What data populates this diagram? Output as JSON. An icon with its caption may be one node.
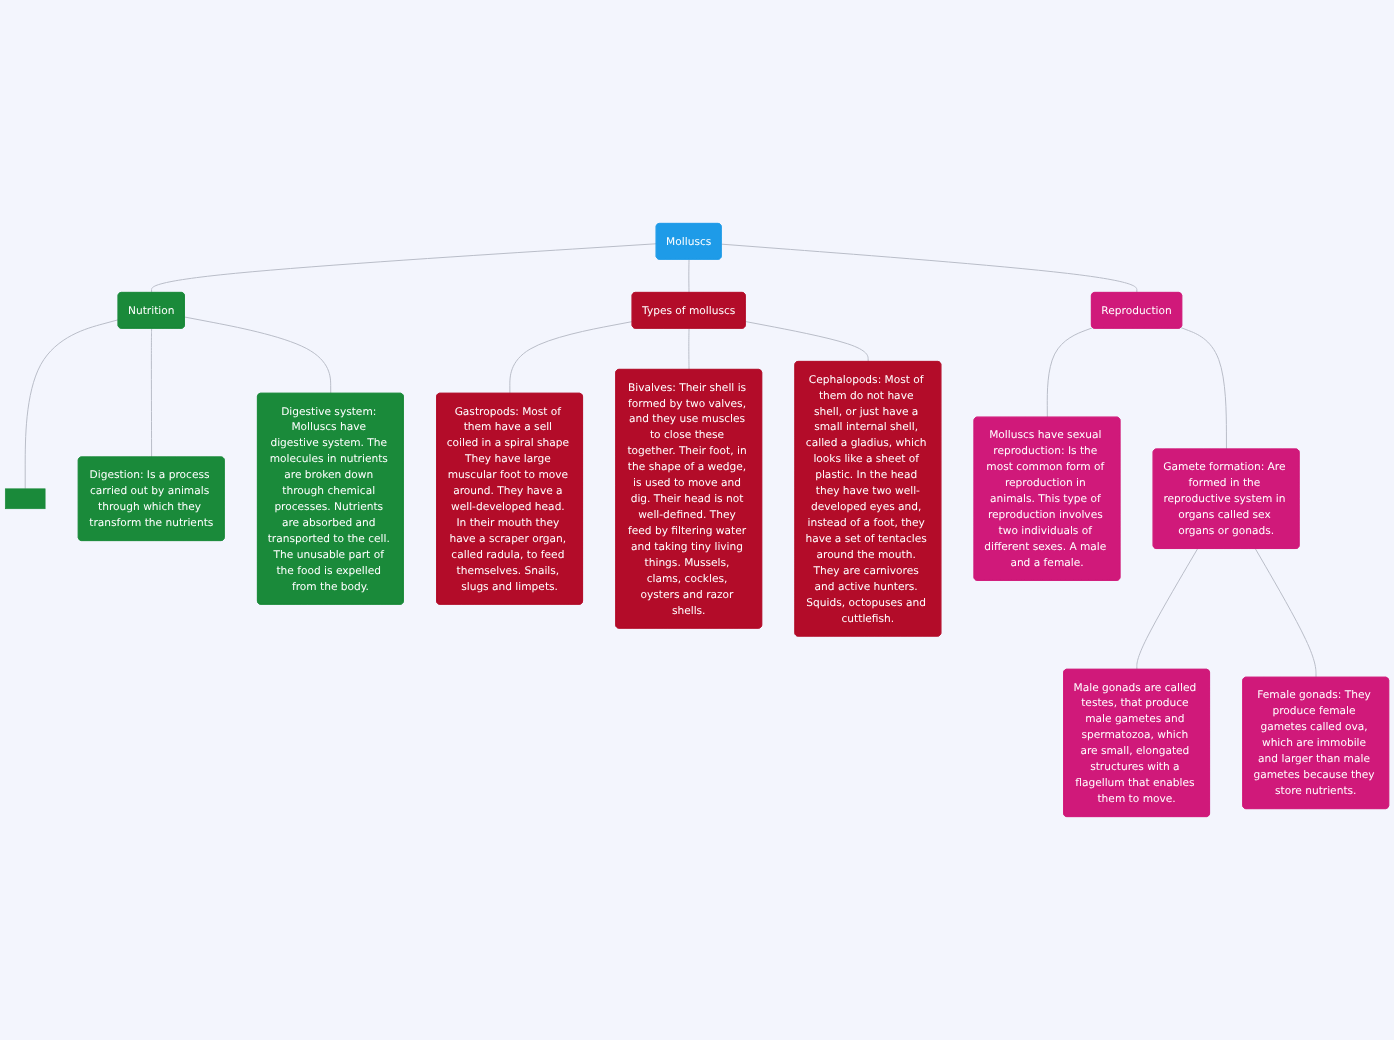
{
  "diagram": {
    "nodes": [
      {
        "text": [
          "Molluscs"
        ]
      },
      {
        "text": [
          "Nutrition"
        ]
      },
      {
        "text": [],
        "shape": "box"
      },
      {
        "text": [
          "Digestion: Is a process carried out by animals through which they transform the nutrients"
        ]
      },
      {
        "text": [
          "Digestive system: Molluscs have digestive system. The molecules in nutrients are broken down through chemical processes. Nutrients are absorbed and transported to the cell. The unusable part of the food is expelled from the body."
        ]
      },
      {
        "text": [
          "Types of molluscs"
        ]
      },
      {
        "text": [
          "Gastropods: Most of them have a sell coiled in a spiral shape They have large muscular foot to move around. They have a well-developed head. In their mouth they have a scraper organ, called radula, to feed themselves. Snails, slugs and limpets."
        ]
      },
      {
        "text": [
          "Bivalves: Their shell is formed by two valves, and they use muscles to close these together. Their foot, in the shape of a wedge, is used to move and dig. Their head is not well-defined. They feed by filtering water and taking tiny living things. Mussels, clams, cockles, oysters and razor shells."
        ]
      },
      {
        "text": [
          "Cephalopods: Most of them do not have shell, or just have a small internal shell, called a gladius, which looks like a sheet of plastic. In the head they have two well-developed eyes and, instead of a foot, they have a set of tentacles around the mouth. They are carnivores and active hunters. Squids, octopuses and cuttlefish."
        ]
      },
      {
        "text": [
          "Reproduction"
        ]
      },
      {
        "text": [
          "Molluscs have sexual reproduction: Is the most common form of reproduction in animals. This type of reproduction involves two individuals of different sexes. A male and a female."
        ]
      },
      {
        "text": [
          "Gamete formation: Are formed in the reproductive system in organs called sex organs or gonads."
        ]
      },
      {
        "text": [
          "Male gonads are called testes, that produce male gametes and spermatozoa, which are small, elongated structures with a flagellum that enables them to move."
        ]
      },
      {
        "text": [
          "Female gonads: They produce female gametes called ova, which are immobile and larger than male gametes because they store nutrients."
        ]
      }
    ],
    "edges": [
      {
        "from": 0,
        "to": 1,
        "arrow": "none"
      },
      {
        "from": 0,
        "to": 5,
        "arrow": "none"
      },
      {
        "from": 0,
        "to": 9,
        "arrow": "none"
      },
      {
        "from": 1,
        "to": 2,
        "arrow": "none"
      },
      {
        "from": 1,
        "to": 3,
        "arrow": "none"
      },
      {
        "from": 1,
        "to": 4,
        "arrow": "none"
      },
      {
        "from": 5,
        "to": 6,
        "arrow": "none"
      },
      {
        "from": 5,
        "to": 7,
        "arrow": "none"
      },
      {
        "from": 5,
        "to": 8,
        "arrow": "none"
      },
      {
        "from": 9,
        "to": 10,
        "arrow": "none"
      },
      {
        "from": 9,
        "to": 11,
        "arrow": "none"
      },
      {
        "from": 11,
        "to": 12,
        "arrow": "none"
      },
      {
        "from": 11,
        "to": 13,
        "arrow": "none"
      }
    ]
  }
}
